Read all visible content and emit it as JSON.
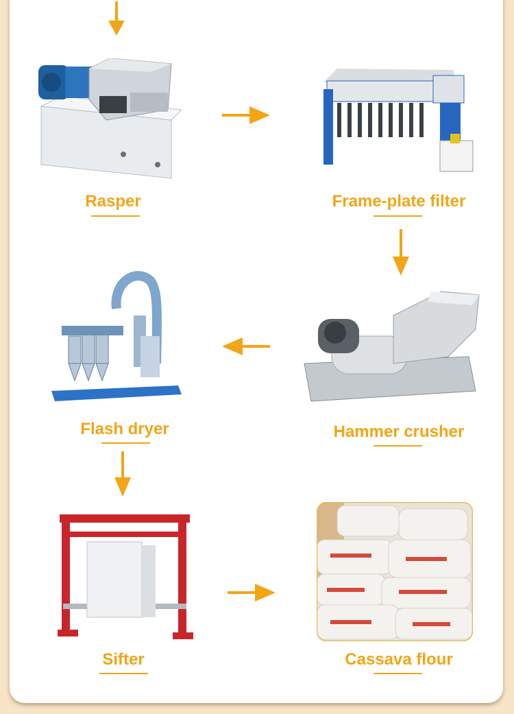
{
  "steps": [
    {
      "label": "Rasper"
    },
    {
      "label": "Frame-plate filter"
    },
    {
      "label": "Hammer crusher"
    },
    {
      "label": "Flash dryer"
    },
    {
      "label": "Sifter"
    },
    {
      "label": "Cassava flour"
    }
  ],
  "colors": {
    "accent": "#f2a516",
    "background": "#f7e3c6",
    "card": "#ffffff"
  }
}
